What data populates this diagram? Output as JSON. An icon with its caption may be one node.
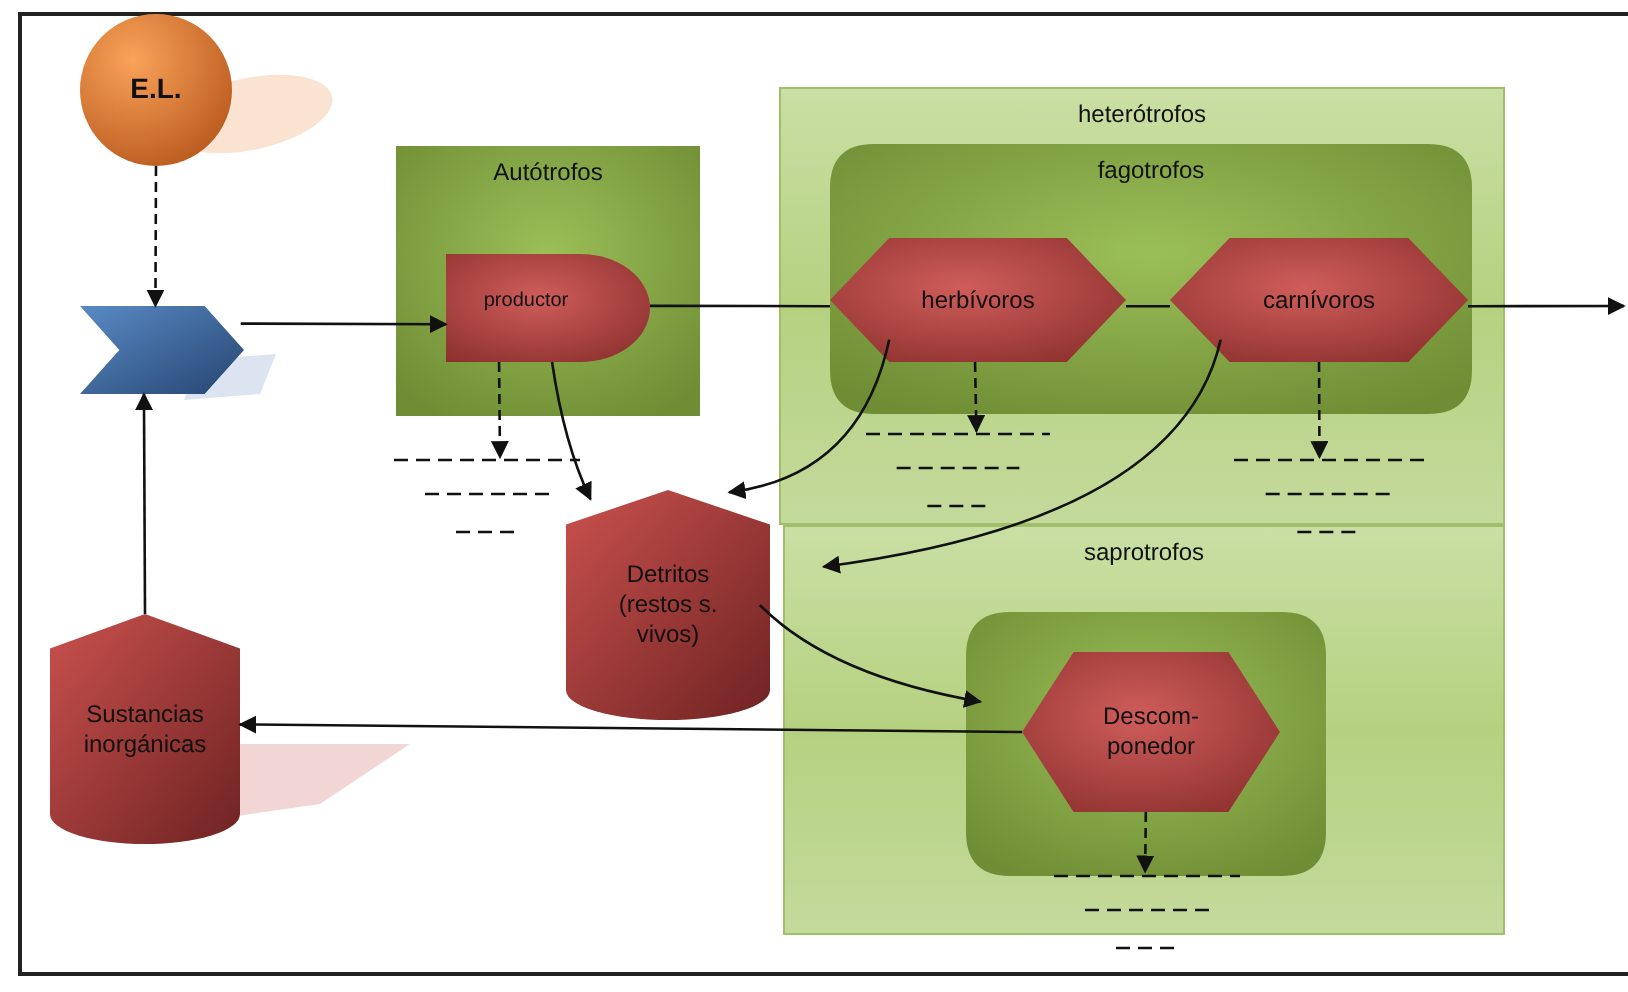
{
  "diagram": {
    "nodes": [
      {
        "text": [
          "E.L."
        ]
      },
      {
        "text": [],
        "shape": "chevron"
      },
      {
        "text": [
          "Autótrofos"
        ]
      },
      {
        "text": [
          "productor"
        ],
        "in": 2
      },
      {
        "text": [
          "heterótrofos"
        ]
      },
      {
        "text": [
          "fagotrofos"
        ],
        "in": 4
      },
      {
        "text": [
          "herbívoros"
        ],
        "in": 5
      },
      {
        "text": [
          "carnívoros"
        ],
        "in": 5
      },
      {
        "text": [
          "Detritos (restos s. vivos)"
        ]
      },
      {
        "text": [
          "saprotrofos"
        ]
      },
      {
        "text": [],
        "shape": "box",
        "in": 9
      },
      {
        "text": [
          "Descom- ponedor"
        ],
        "in": 10
      },
      {
        "text": [
          "Sustancias inorgánicas"
        ]
      },
      {
        "text": [],
        "shape": "ground"
      },
      {
        "text": [],
        "shape": "ground",
        "in": 4
      },
      {
        "text": [],
        "shape": "ground"
      },
      {
        "text": [],
        "shape": "ground"
      }
    ],
    "edges": [
      {
        "from": 0,
        "to": 1,
        "arrow": "to",
        "style": "dashed"
      },
      {
        "from": 1,
        "to": 3,
        "arrow": "to"
      },
      {
        "from": 12,
        "to": 1,
        "arrow": "to"
      },
      {
        "from": 3,
        "to": 6,
        "arrow": "none"
      },
      {
        "from": 6,
        "to": 7,
        "arrow": "none"
      },
      {
        "from": 7,
        "to": null,
        "arrow": "to"
      },
      {
        "from": 3,
        "to": 8,
        "arrow": "to"
      },
      {
        "from": 6,
        "to": 8,
        "arrow": "to"
      },
      {
        "from": 7,
        "to": 9,
        "arrow": "to"
      },
      {
        "from": 8,
        "to": 10,
        "arrow": "to"
      },
      {
        "from": 11,
        "to": 12,
        "arrow": "to"
      },
      {
        "from": 3,
        "to": 13,
        "arrow": "to",
        "style": "dashed"
      },
      {
        "from": 6,
        "to": 14,
        "arrow": "to",
        "style": "dashed"
      },
      {
        "from": 7,
        "to": 15,
        "arrow": "to",
        "style": "dashed"
      },
      {
        "from": 11,
        "to": 16,
        "arrow": "to",
        "style": "dashed"
      }
    ]
  }
}
